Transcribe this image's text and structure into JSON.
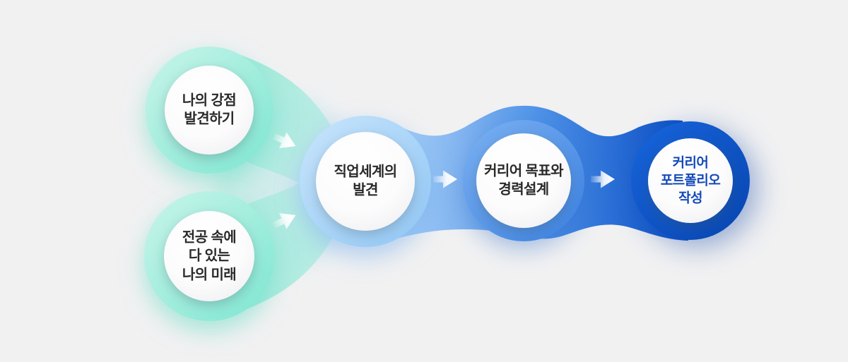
{
  "colors": {
    "background": "#f1f1f2",
    "arrow": "#ffffff",
    "label_text": "#2a2a2a",
    "step5_text": "#1549b8",
    "mint_ring_start": "#c9f5ea",
    "mint_ring_end": "#7de6d1",
    "lightblue_ring_start": "#c8e5fc",
    "lightblue_ring_end": "#90c6f4",
    "blue_ring_start": "#7cb1f2",
    "blue_ring_end": "#3a80e0",
    "darkblue_ring_start": "#1765dc",
    "darkblue_ring_end": "#0845b0",
    "band_start": "#a9d3f8",
    "band_mid": "#4f93e8",
    "band_end": "#0b4ec4",
    "ribbon_mint": "#9feadb",
    "ribbon_fade": "#bcdcf5",
    "inner_circle_start": "#ffffff",
    "inner_circle_end": "#e6e7e9"
  },
  "diagram": {
    "steps": [
      {
        "label": "나의 강점\n발견하기"
      },
      {
        "label": "전공 속에\n다 있는\n나의 미래"
      },
      {
        "label": "직업세계의\n발견"
      },
      {
        "label": "커리어 목표와\n경력설계"
      },
      {
        "label": "커리어\n포트폴리오\n작성"
      }
    ]
  }
}
